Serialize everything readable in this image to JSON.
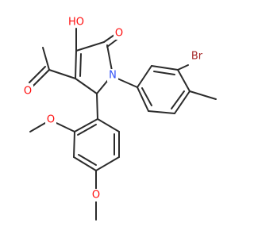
{
  "molecule": {
    "atoms": {
      "hydroxyl_oxygen": "HO",
      "lactam_carbonyl_oxygen": "O",
      "acetyl_oxygen": "O",
      "ring_nitrogen": "N",
      "bromine": "Br",
      "methoxy_oxygen_ortho": "O",
      "methoxy_oxygen_para": "O"
    },
    "colors": {
      "bond": "#2b2b2b",
      "oxygen": "#ff0d0d",
      "nitrogen": "#3050f8",
      "bromine": "#a62929"
    }
  }
}
